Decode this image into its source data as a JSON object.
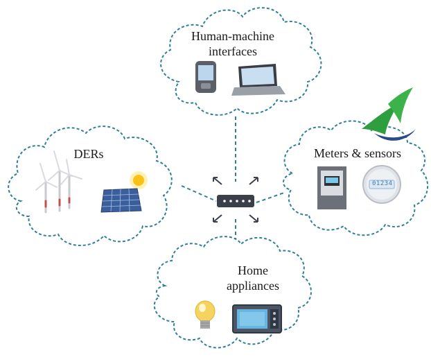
{
  "clouds": {
    "hmi": {
      "label_line1": "Human-machine",
      "label_line2": "interfaces"
    },
    "ders": {
      "label": "DERs"
    },
    "meters": {
      "label": "Meters & sensors"
    },
    "home": {
      "label_line1": "Home",
      "label_line2": "appliances"
    }
  },
  "meter_display": "01234",
  "colors": {
    "cloud_outline": "#2e7f9a",
    "connector": "#2e7f9a",
    "router_body": "#3a3f4a",
    "logo_green": "#2e9e3e",
    "logo_blue": "#2c4a8a"
  },
  "icons": [
    "router-icon",
    "pda-icon",
    "laptop-icon",
    "wind-turbine-icon",
    "solar-panel-icon",
    "sun-icon",
    "meter-cabinet-icon",
    "smart-meter-icon",
    "light-bulb-icon",
    "microwave-icon",
    "brand-logo"
  ]
}
